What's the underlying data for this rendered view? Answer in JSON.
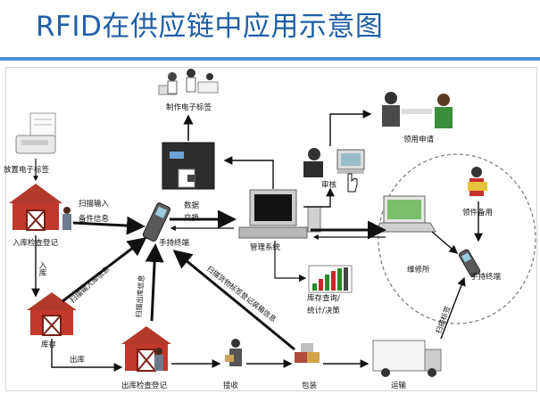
{
  "title": "RFID在供应链中应用示意图",
  "labels": {
    "make_tag": "制作电子标签",
    "place_tag": "放置电子标签",
    "apply": "领用申请",
    "approve": "审核",
    "scan_input_1": "扫描输入",
    "scan_input_2": "备件信息",
    "data_exchange_1": "数据",
    "data_exchange_2": "交换",
    "inbound_check": "入库检查登记",
    "handheld_main": "手持终端",
    "mgmt_system": "管理系统",
    "inbound": "入库",
    "stock": "库存",
    "outbound": "出库",
    "outbound_check": "出库检查登记",
    "receive": "接收",
    "pack": "包装",
    "transport": "运输",
    "inventory_query_1": "库存查询/",
    "inventory_query_2": "统计/决策",
    "repair_station": "维修所",
    "requisition": "领件备用",
    "handheld_repair": "手持终端",
    "rotated_1": "扫描输入库信息",
    "rotated_2": "扫描出库信息",
    "rotated_3": "扫描货物标签登记装箱信息",
    "rotated_4": "扫描标签"
  },
  "colors": {
    "title": "#1f5fa6",
    "barn": "#c0392b",
    "arrow": "#111111"
  }
}
